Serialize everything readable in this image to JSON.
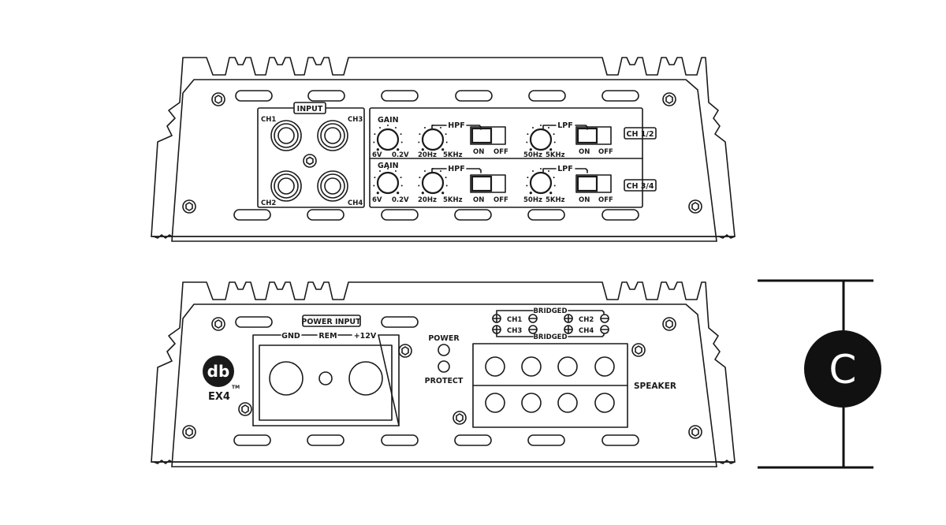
{
  "top_panel": {
    "input": {
      "title": "INPUT",
      "channels": [
        "CH1",
        "CH3",
        "CH2",
        "CH4"
      ]
    },
    "rows": [
      {
        "gain_label": "GAIN",
        "gain_min": "6V",
        "gain_max": "0.2V",
        "hpf_label": "HPF",
        "hpf_min": "20Hz",
        "hpf_max": "5KHz",
        "hpf_switch_on": "ON",
        "hpf_switch_off": "OFF",
        "lpf_label": "LPF",
        "lpf_min": "50Hz",
        "lpf_max": "5KHz",
        "lpf_switch_on": "ON",
        "lpf_switch_off": "OFF",
        "channel_tag": "CH 1/2"
      },
      {
        "gain_label": "GAIN",
        "gain_min": "6V",
        "gain_max": "0.2V",
        "hpf_label": "HPF",
        "hpf_min": "20Hz",
        "hpf_max": "5KHz",
        "hpf_switch_on": "ON",
        "hpf_switch_off": "OFF",
        "lpf_label": "LPF",
        "lpf_min": "50Hz",
        "lpf_max": "5KHz",
        "lpf_switch_on": "ON",
        "lpf_switch_off": "OFF",
        "channel_tag": "CH 3/4"
      }
    ]
  },
  "bottom_panel": {
    "logo": {
      "text": "db",
      "model": "EX4",
      "trademark": "TM"
    },
    "power_input": {
      "title": "POWER INPUT",
      "terminals": [
        "GND",
        "REM",
        "+12V"
      ]
    },
    "leds": {
      "power": "POWER",
      "protect": "PROTECT"
    },
    "bridged": {
      "top_label": "BRIDGED",
      "bottom_label": "BRIDGED",
      "pairs": [
        "CH1",
        "CH2",
        "CH3",
        "CH4"
      ]
    },
    "speaker_label": "SPEAKER"
  },
  "dimension": {
    "marker": "C"
  },
  "colors": {
    "line": "#1a1a1a",
    "background": "#ffffff"
  }
}
